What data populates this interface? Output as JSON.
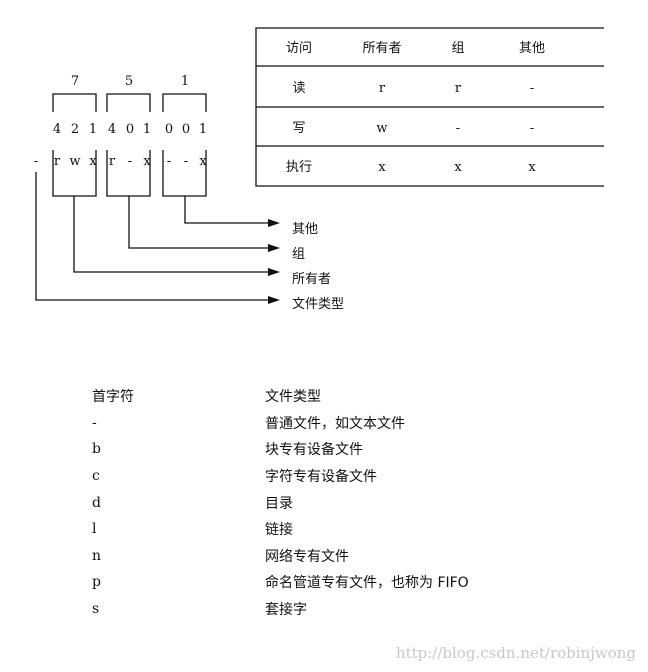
{
  "permission_diagram": {
    "octal_digits": [
      "7",
      "5",
      "1"
    ],
    "bit_groups": [
      [
        "4",
        "2",
        "1"
      ],
      [
        "4",
        "0",
        "1"
      ],
      [
        "0",
        "0",
        "1"
      ]
    ],
    "type_char": "-",
    "perm_groups": [
      [
        "r",
        "w",
        "x"
      ],
      [
        "r",
        "-",
        "x"
      ],
      [
        "-",
        "-",
        "x"
      ]
    ],
    "arrow_labels": [
      "其他",
      "组",
      "所有者",
      "文件类型"
    ]
  },
  "access_table": {
    "headers": [
      "访问",
      "所有者",
      "组",
      "其他"
    ],
    "rows": [
      [
        "读",
        "r",
        "r",
        "-"
      ],
      [
        "写",
        "w",
        "-",
        "-"
      ],
      [
        "执行",
        "x",
        "x",
        "x"
      ]
    ]
  },
  "file_types": {
    "headers": [
      "首字符",
      "文件类型"
    ],
    "rows": [
      [
        "-",
        "普通文件，如文本文件"
      ],
      [
        "b",
        "块专有设备文件"
      ],
      [
        "c",
        "字符专有设备文件"
      ],
      [
        "d",
        "目录"
      ],
      [
        "l",
        "链接"
      ],
      [
        "n",
        "网络专有文件"
      ],
      [
        "p",
        "命名管道专有文件，也称为 FIFO"
      ],
      [
        "s",
        "套接字"
      ]
    ]
  },
  "watermark": "http://blog.csdn.net/robinjwong"
}
